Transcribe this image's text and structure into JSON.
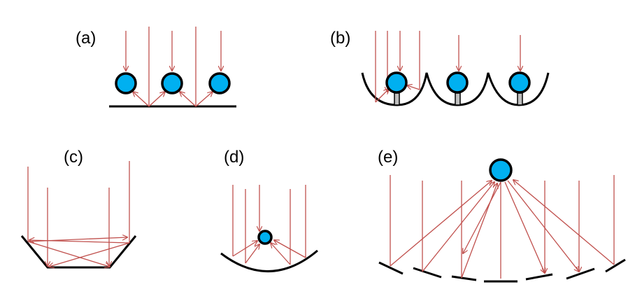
{
  "figure": {
    "panels": [
      {
        "id": "a",
        "label": "(a)"
      },
      {
        "id": "b",
        "label": "(b)"
      },
      {
        "id": "c",
        "label": "(c)"
      },
      {
        "id": "d",
        "label": "(d)"
      },
      {
        "id": "e",
        "label": "(e)"
      }
    ],
    "colors": {
      "ray": "#c0504d",
      "absorber": "#00b0f0",
      "surface": "#000000",
      "support": "#bfbfbf"
    }
  }
}
